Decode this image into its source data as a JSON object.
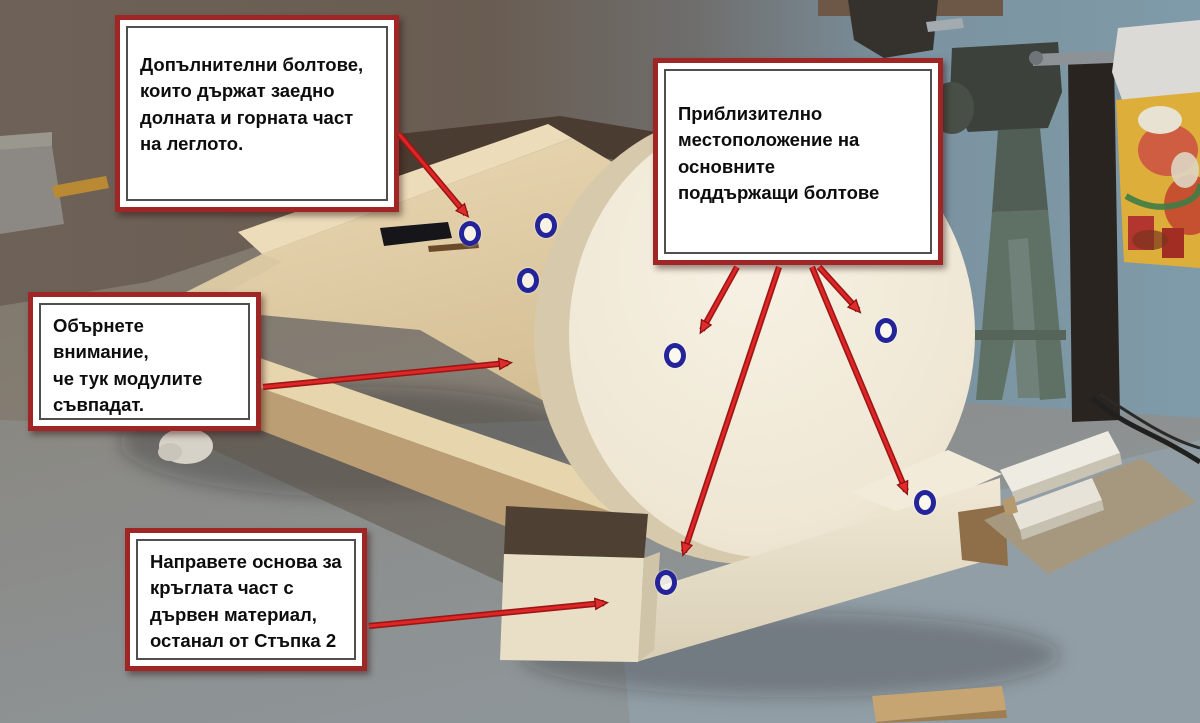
{
  "callouts": {
    "additional_bolts": {
      "text": "Допълнителни болтове,\nкоито държат заедно\nдолната и горната част\nна леглото."
    },
    "modules_align": {
      "text": "Обърнете внимание,\nче тук модулите\nсъвпадат."
    },
    "main_bolts": {
      "text": "Приблизително\nместоположение на\nосновните\nподдържащи болтове"
    },
    "base_step2": {
      "text": "Направете основа за\nкръглата част с\nдървен материал,\nостанал от Стъпка 2"
    }
  },
  "bolt_markers": {
    "count": 7,
    "shape": "circle-outline",
    "color": "#23239a"
  },
  "colors": {
    "callout_border": "#a02626",
    "callout_bg": "#ffffff",
    "arrow_red": "#df2626",
    "disc_fill": "#f0e9d8",
    "wood_light": "#e7d5ad",
    "wall_left": "#6e6258",
    "wall_right": "#7f9aa8",
    "floor_grey": "#8a8882"
  }
}
